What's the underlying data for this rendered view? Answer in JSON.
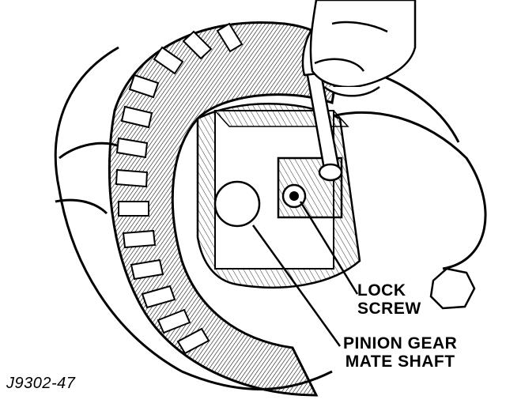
{
  "callouts": {
    "lock_screw": [
      "LOCK",
      "SCREW"
    ],
    "pinion_gear_mate_shaft": [
      "PINION GEAR",
      "MATE SHAFT"
    ]
  },
  "figure_code": "J9302-47",
  "colors": {
    "ink": "#000000",
    "paper": "#ffffff"
  }
}
